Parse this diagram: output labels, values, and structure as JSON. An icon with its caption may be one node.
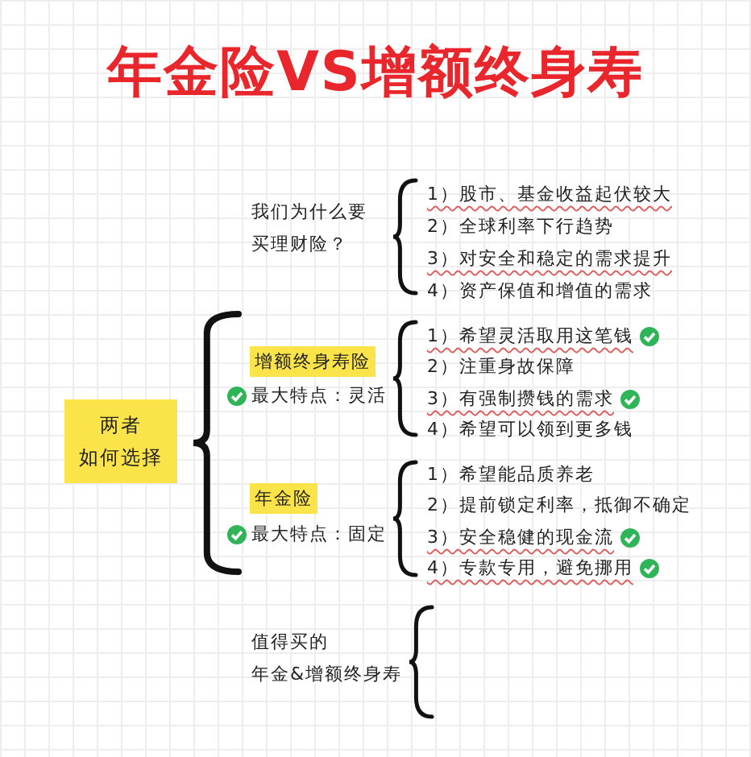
{
  "diagram": {
    "title": "年金险VS增额终身寿",
    "nodes": [
      {
        "text": [
          "两者",
          "如何选择"
        ]
      },
      {
        "text": [
          "增额终身寿险"
        ]
      },
      {
        "text": [
          "年金险"
        ]
      }
    ],
    "labels": [
      "我们为什么要买理财险？",
      "1）股市、基金收益起伏较大",
      "2）全球利率下行趋势",
      "3）对安全和稳定的需求提升",
      "4）资产保值和增值的需求",
      "最大特点：灵活",
      "1）希望灵活取用这笔钱",
      "2）注重身故保障",
      "3）有强制攒钱的需求",
      "4）希望可以领到更多钱",
      "最大特点：固定",
      "1）希望能品质养老",
      "2）提前锁定利率，抵御不确定",
      "3）安全稳健的现金流",
      "4）专款专用，避免挪用",
      "值得买的",
      "年金&增额终身寿"
    ]
  }
}
